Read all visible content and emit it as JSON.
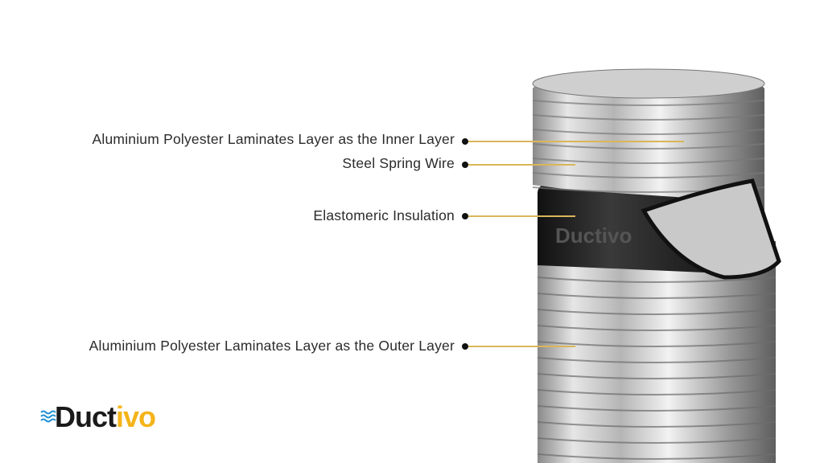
{
  "labels": [
    {
      "text": "Aluminium Polyester Laminates Layer as the Inner Layer"
    },
    {
      "text": "Steel Spring Wire"
    },
    {
      "text": "Elastomeric Insulation"
    },
    {
      "text": "Aluminium Polyester Laminates Layer as the Outer Layer"
    }
  ],
  "product_print": "Ductivo",
  "logo": {
    "part1": "Duct",
    "part2": "ivo"
  },
  "colors": {
    "leader": "#d9b65a",
    "brand_yellow": "#f4b41a",
    "brand_blue": "#1e8fd0"
  }
}
